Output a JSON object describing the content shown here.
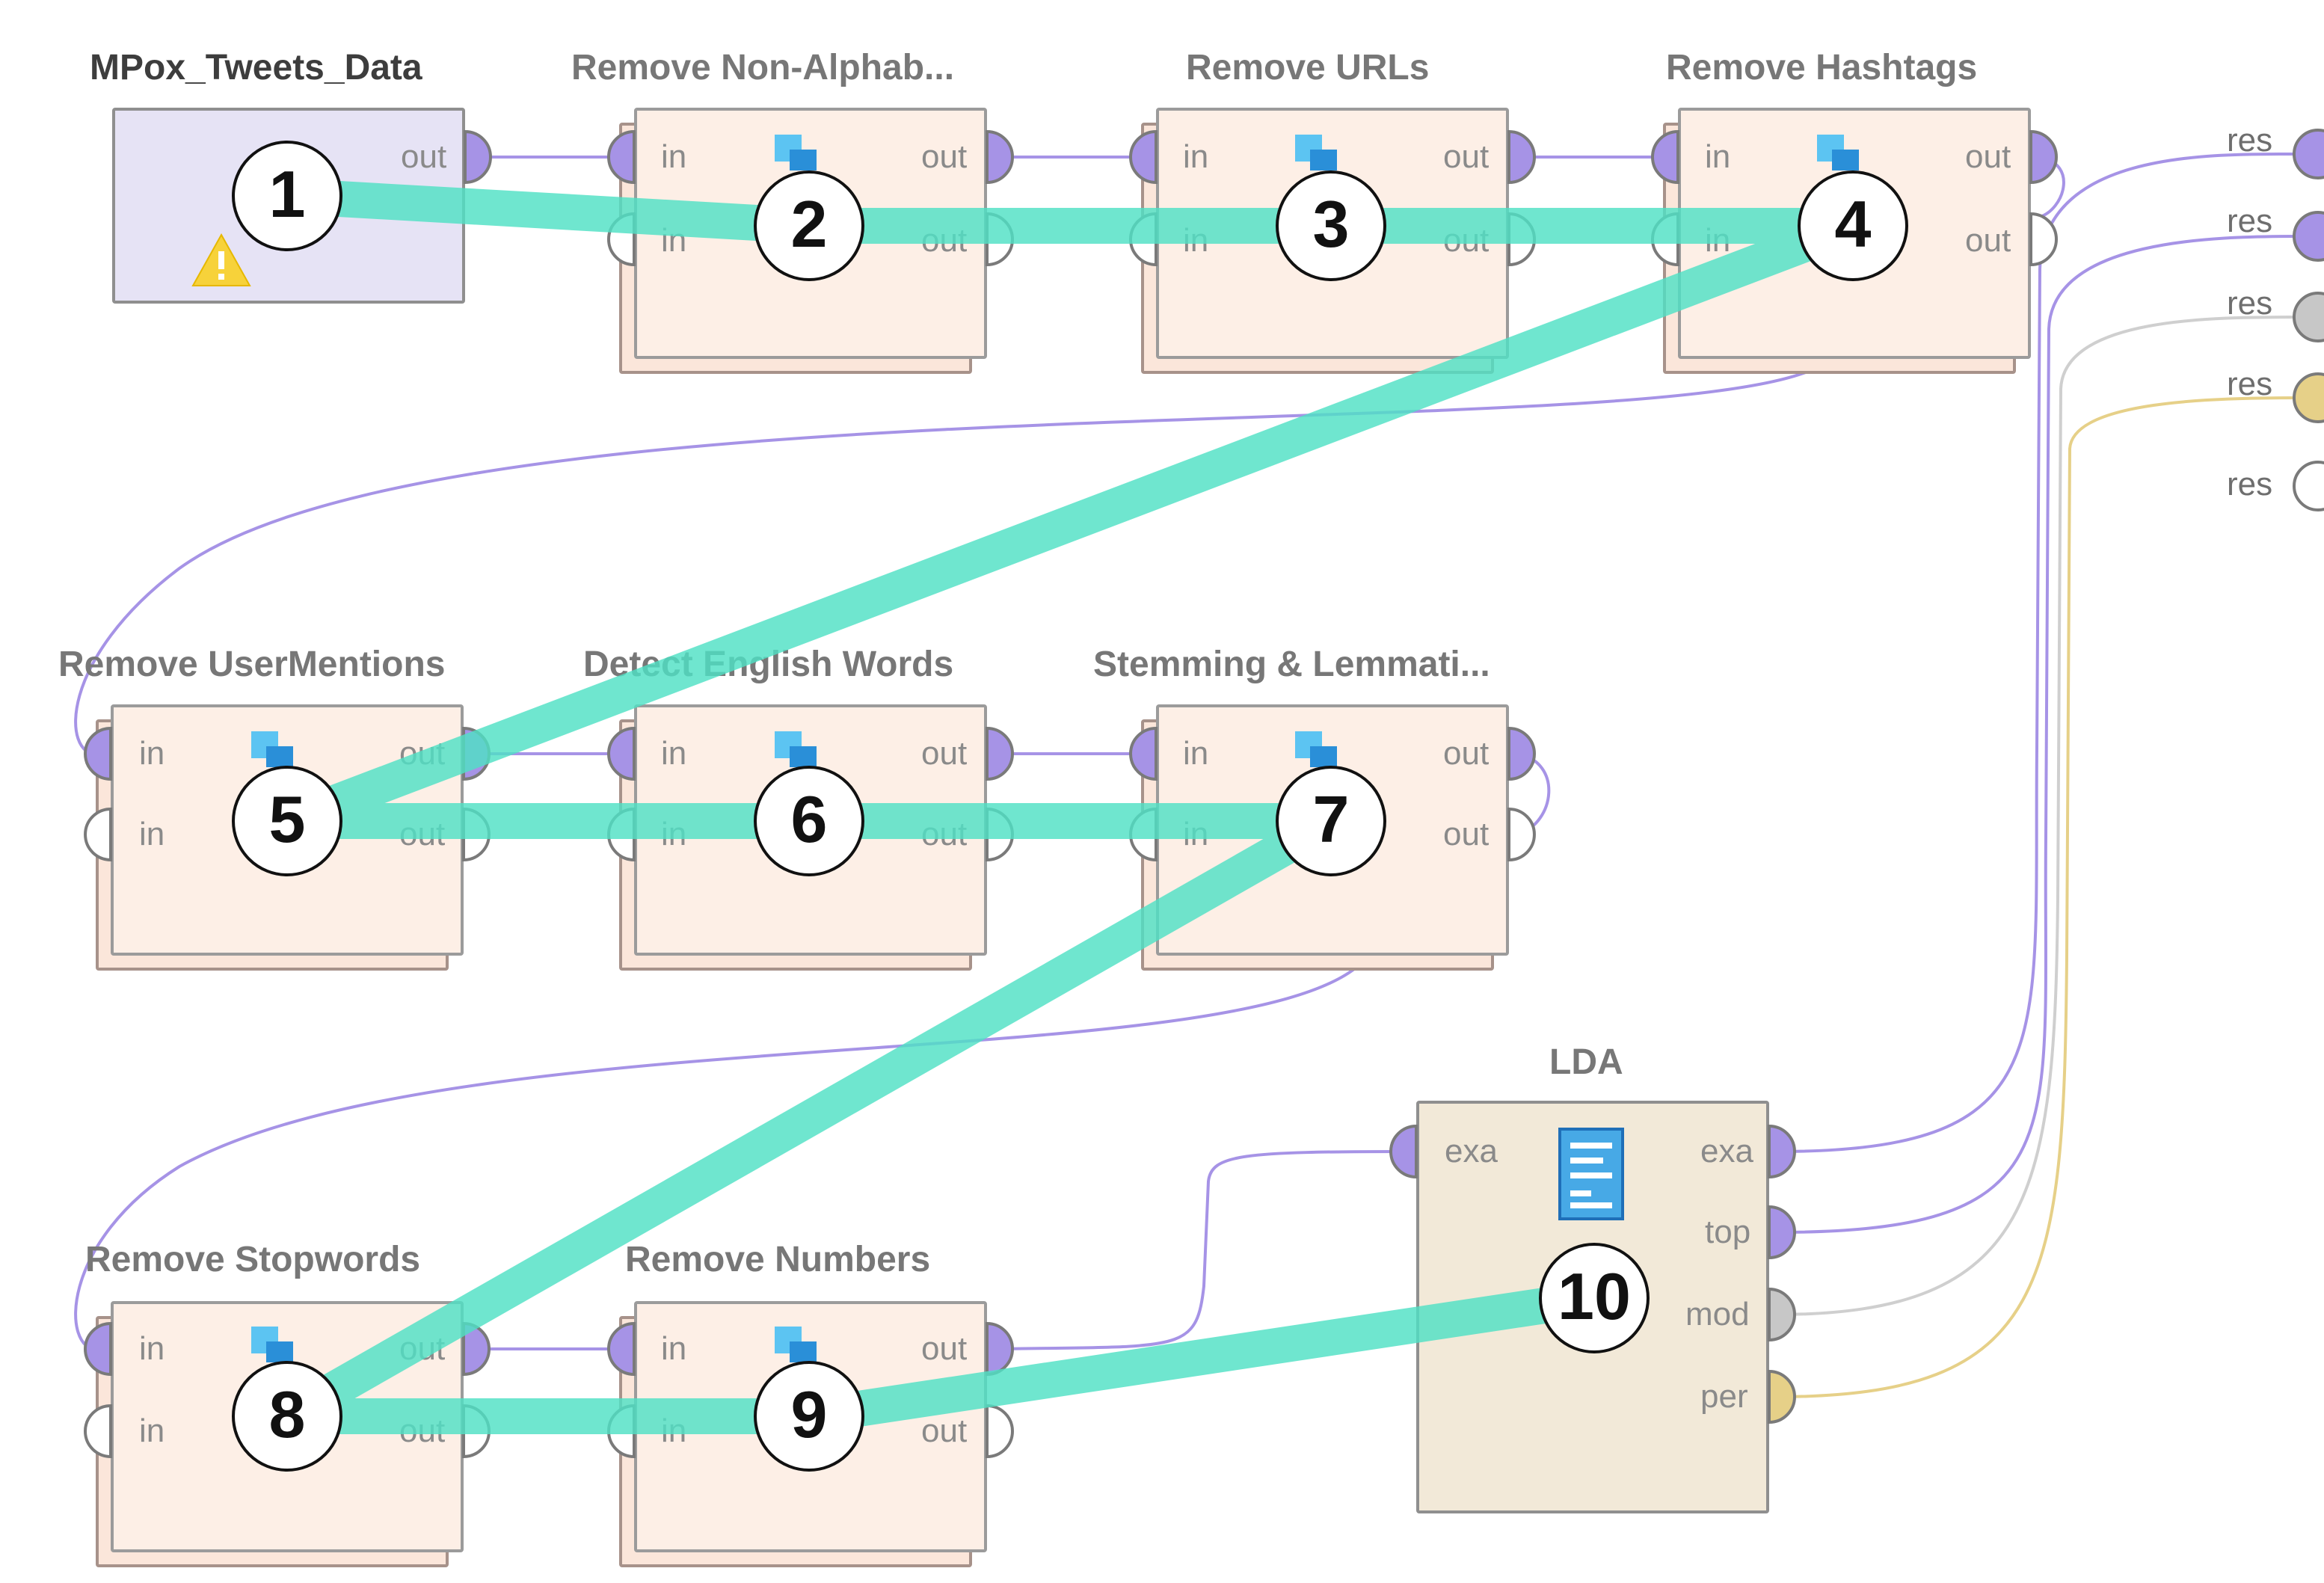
{
  "canvas": {
    "background": "#ffffff"
  },
  "colors": {
    "data_port": "#a693e6",
    "model_port": "#c7c7c7",
    "perf_port": "#e6d088",
    "wire_data": "#a693e6",
    "wire_model": "#cfcfcf",
    "wire_perf": "#e6d088",
    "highlight_path": "#4fe0c4",
    "operator_fill": "#fdefe6",
    "retrieve_fill": "#e6e3f5",
    "lda_fill": "#f2e9d8"
  },
  "operators": [
    {
      "id": "op1",
      "title": "MPox_Tweets_Data",
      "step": "1",
      "kind": "retrieve",
      "icon": "warning-icon",
      "outputs": [
        "out"
      ]
    },
    {
      "id": "op2",
      "title": "Remove Non-Alphab...",
      "step": "2",
      "kind": "subprocess",
      "icon": "nested-operator-icon",
      "inputs": [
        "in",
        "in"
      ],
      "outputs": [
        "out",
        "out"
      ]
    },
    {
      "id": "op3",
      "title": "Remove URLs",
      "step": "3",
      "kind": "subprocess",
      "icon": "nested-operator-icon",
      "inputs": [
        "in",
        "in"
      ],
      "outputs": [
        "out",
        "out"
      ]
    },
    {
      "id": "op4",
      "title": "Remove Hashtags",
      "step": "4",
      "kind": "subprocess",
      "icon": "nested-operator-icon",
      "inputs": [
        "in",
        "in"
      ],
      "outputs": [
        "out",
        "out"
      ]
    },
    {
      "id": "op5",
      "title": "Remove UserMentions",
      "step": "5",
      "kind": "subprocess",
      "icon": "nested-operator-icon",
      "inputs": [
        "in",
        "in"
      ],
      "outputs": [
        "out",
        "out"
      ]
    },
    {
      "id": "op6",
      "title": "Detect English Words",
      "step": "6",
      "kind": "subprocess",
      "icon": "nested-operator-icon",
      "inputs": [
        "in",
        "in"
      ],
      "outputs": [
        "out",
        "out"
      ]
    },
    {
      "id": "op7",
      "title": "Stemming & Lemmati...",
      "step": "7",
      "kind": "subprocess",
      "icon": "nested-operator-icon",
      "inputs": [
        "in",
        "in"
      ],
      "outputs": [
        "out",
        "out"
      ]
    },
    {
      "id": "op8",
      "title": "Remove Stopwords",
      "step": "8",
      "kind": "subprocess",
      "icon": "nested-operator-icon",
      "inputs": [
        "in",
        "in"
      ],
      "outputs": [
        "out",
        "out"
      ]
    },
    {
      "id": "op9",
      "title": "Remove Numbers",
      "step": "9",
      "kind": "subprocess",
      "icon": "nested-operator-icon",
      "inputs": [
        "in",
        "in"
      ],
      "outputs": [
        "out",
        "out"
      ]
    },
    {
      "id": "op10",
      "title": "LDA",
      "step": "10",
      "kind": "model",
      "icon": "document-icon",
      "inputs": [
        "exa"
      ],
      "outputs": [
        "exa",
        "top",
        "mod",
        "per"
      ]
    }
  ],
  "result_ports": [
    "res",
    "res",
    "res",
    "res",
    "res"
  ]
}
